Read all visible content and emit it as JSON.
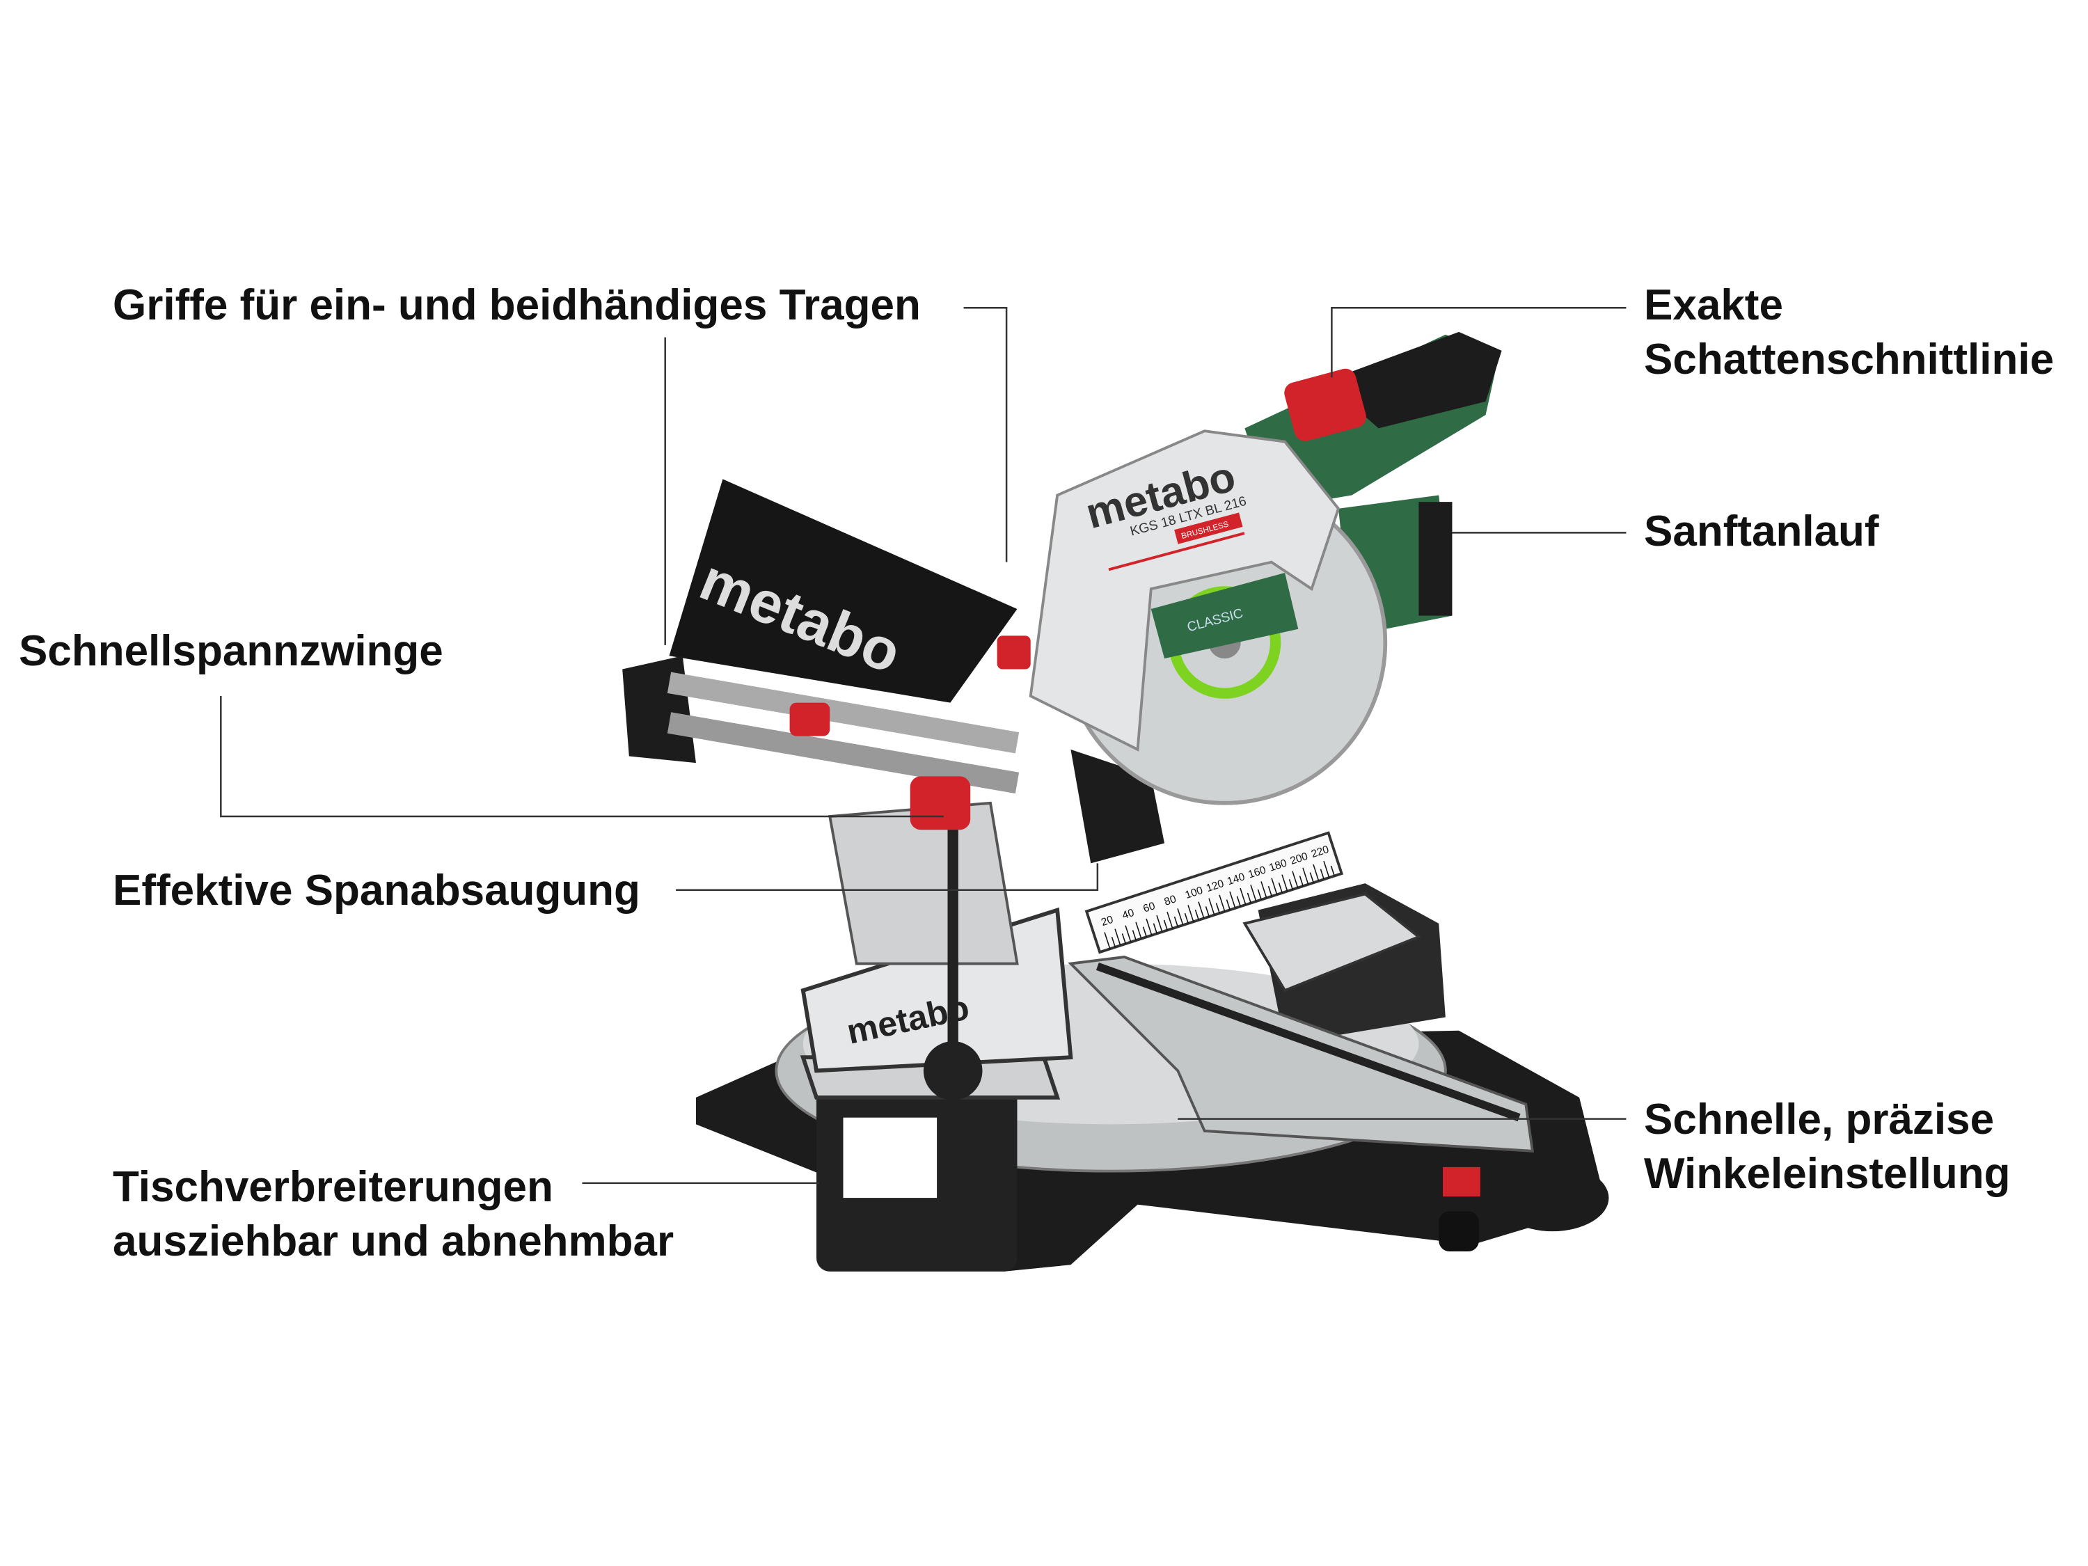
{
  "callouts": {
    "griffe": "Griffe für ein- und beidhändiges Tragen",
    "exakte_line1": "Exakte",
    "exakte_line2": "Schattenschnittlinie",
    "sanftanlauf": "Sanftanlauf",
    "schnellspann": "Schnellspannzwinge",
    "spanabsaugung": "Effektive Spanabsaugung",
    "tisch_line1": "Tischverbreiterungen",
    "tisch_line2": "ausziehbar und abnehmbar",
    "winkel_line1": "Schnelle, präzise",
    "winkel_line2": "Winkeleinstellung"
  },
  "product": {
    "brand": "metabo",
    "model": "KGS 18 LTX BL 216",
    "badge": "BRUSHLESS",
    "blade_label": "CLASSIC",
    "ruler_marks": [
      "20",
      "40",
      "60",
      "80",
      "100",
      "120",
      "140",
      "160",
      "180",
      "200",
      "220"
    ]
  },
  "colors": {
    "green": "#2f6b45",
    "red": "#d2232a",
    "silver": "#c9cccd",
    "black": "#1c1c1c"
  }
}
